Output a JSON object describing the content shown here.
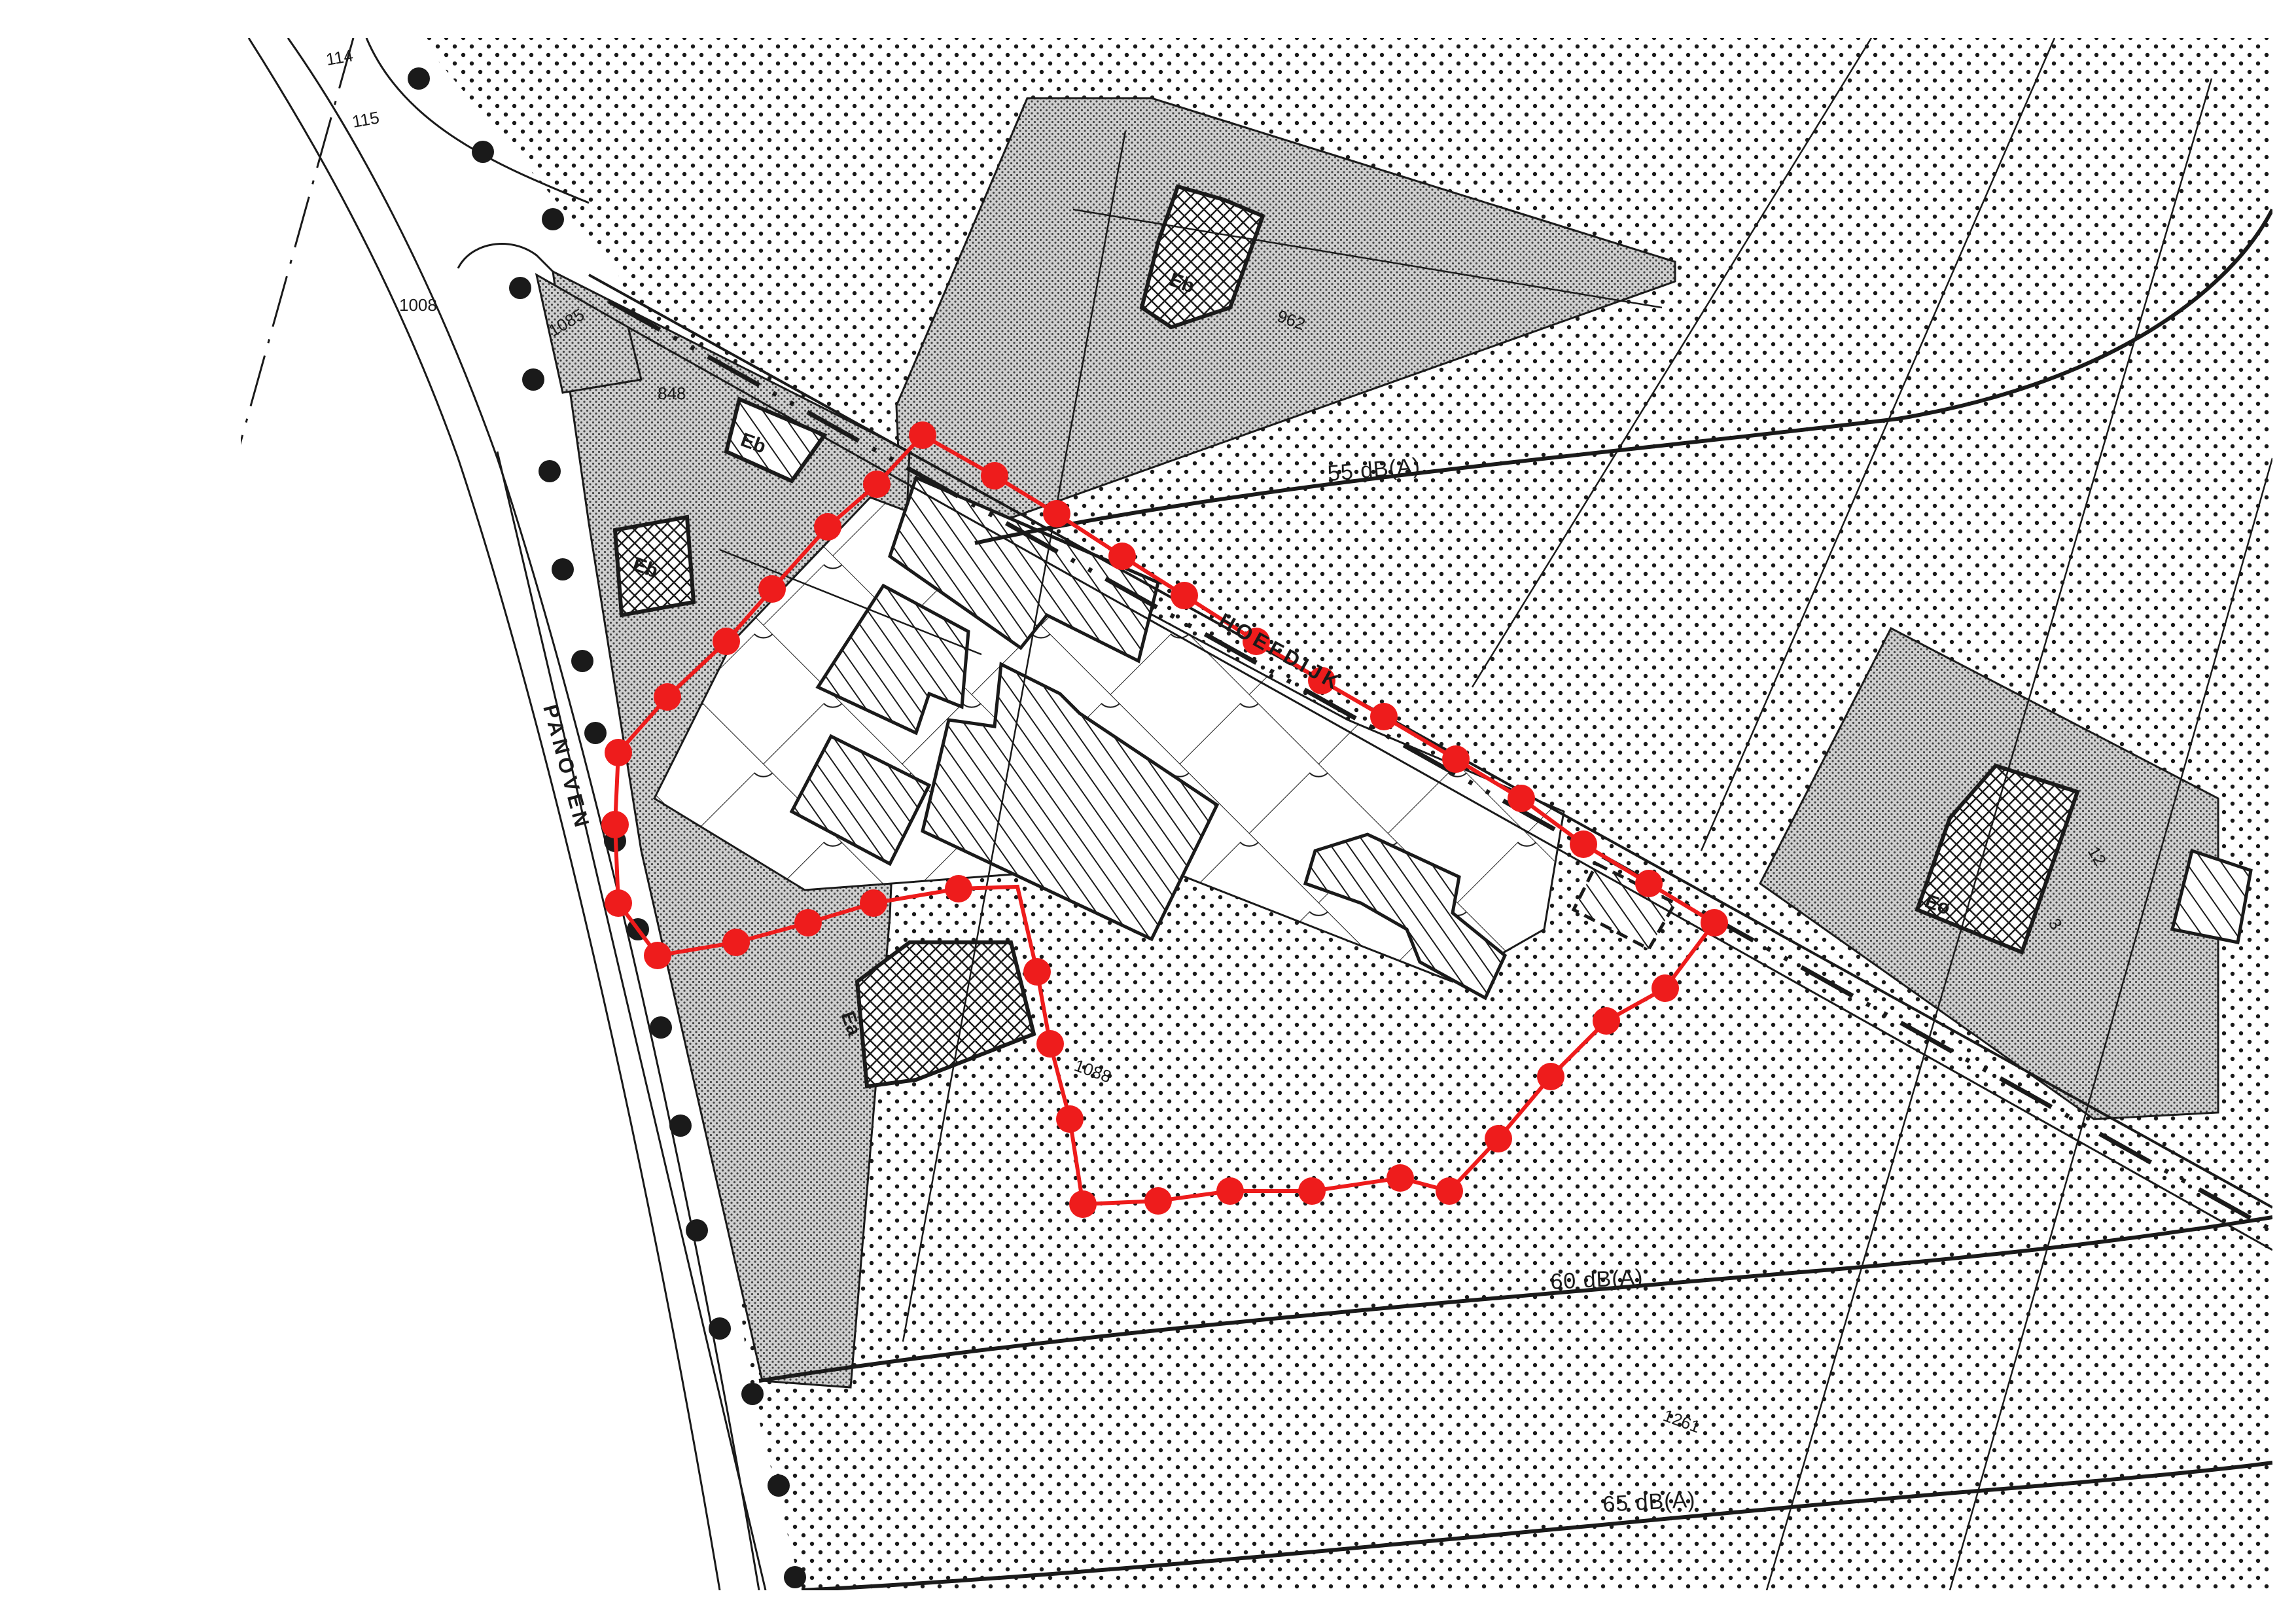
{
  "map": {
    "noise_contours": [
      {
        "id": "contour-55",
        "label": "55 dB(A)"
      },
      {
        "id": "contour-60",
        "label": "60 dB(A)"
      },
      {
        "id": "contour-65",
        "label": "65 dB(A)"
      }
    ],
    "streets": [
      {
        "id": "panoven",
        "label": "PANOVEN"
      },
      {
        "id": "hoefdijk",
        "label": "HOEFDIJK"
      }
    ],
    "parcel_numbers": [
      "1008",
      "1085",
      "848",
      "962",
      "1088",
      "1261",
      "114",
      "115",
      "12",
      "3"
    ],
    "building_codes": [
      "Eb",
      "Eb",
      "Eb",
      "Ea",
      "Eo"
    ],
    "colors": {
      "boundary": "#ee1c1c",
      "ink": "#1a1a1a",
      "paper": "#ffffff"
    }
  }
}
